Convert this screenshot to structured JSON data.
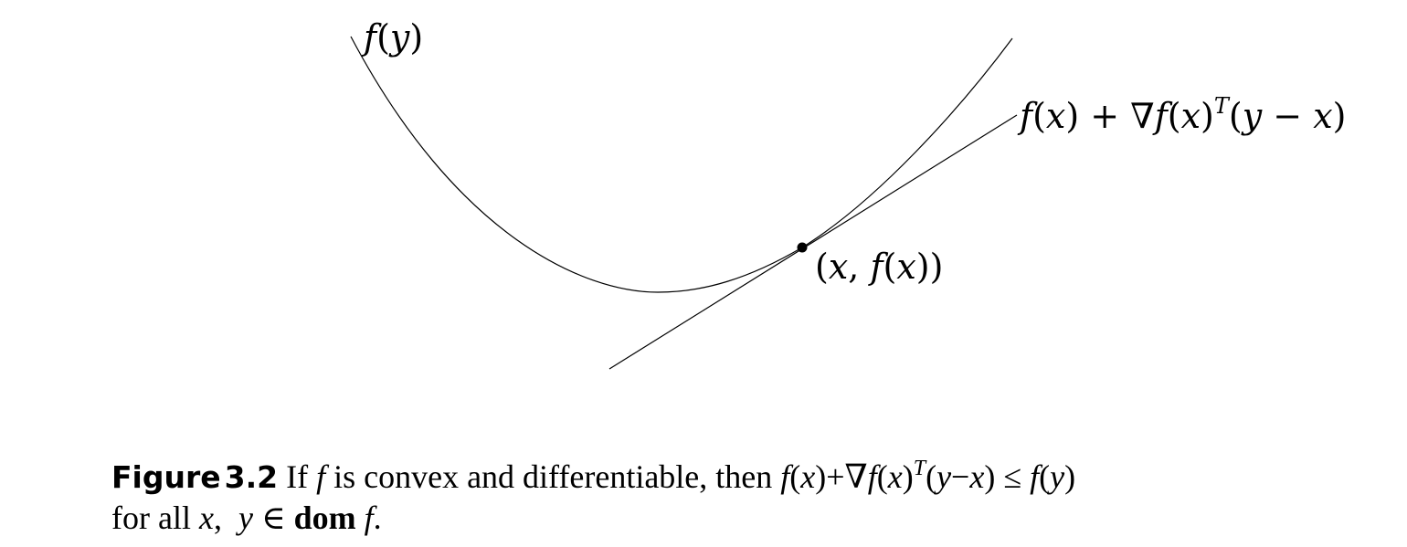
{
  "figure": {
    "curve_label": "f(y)",
    "tangent_label": "f(x) + ∇f(x)T(y − x)",
    "point_label": "(x, f(x))"
  },
  "caption": {
    "label": "Figure",
    "number": "3.2",
    "line1": "If f is convex and differentiable, then f(x)+∇f(x)T(y−x) ≤ f(y)",
    "line2": "for all x,  y ∈ dom f."
  }
}
